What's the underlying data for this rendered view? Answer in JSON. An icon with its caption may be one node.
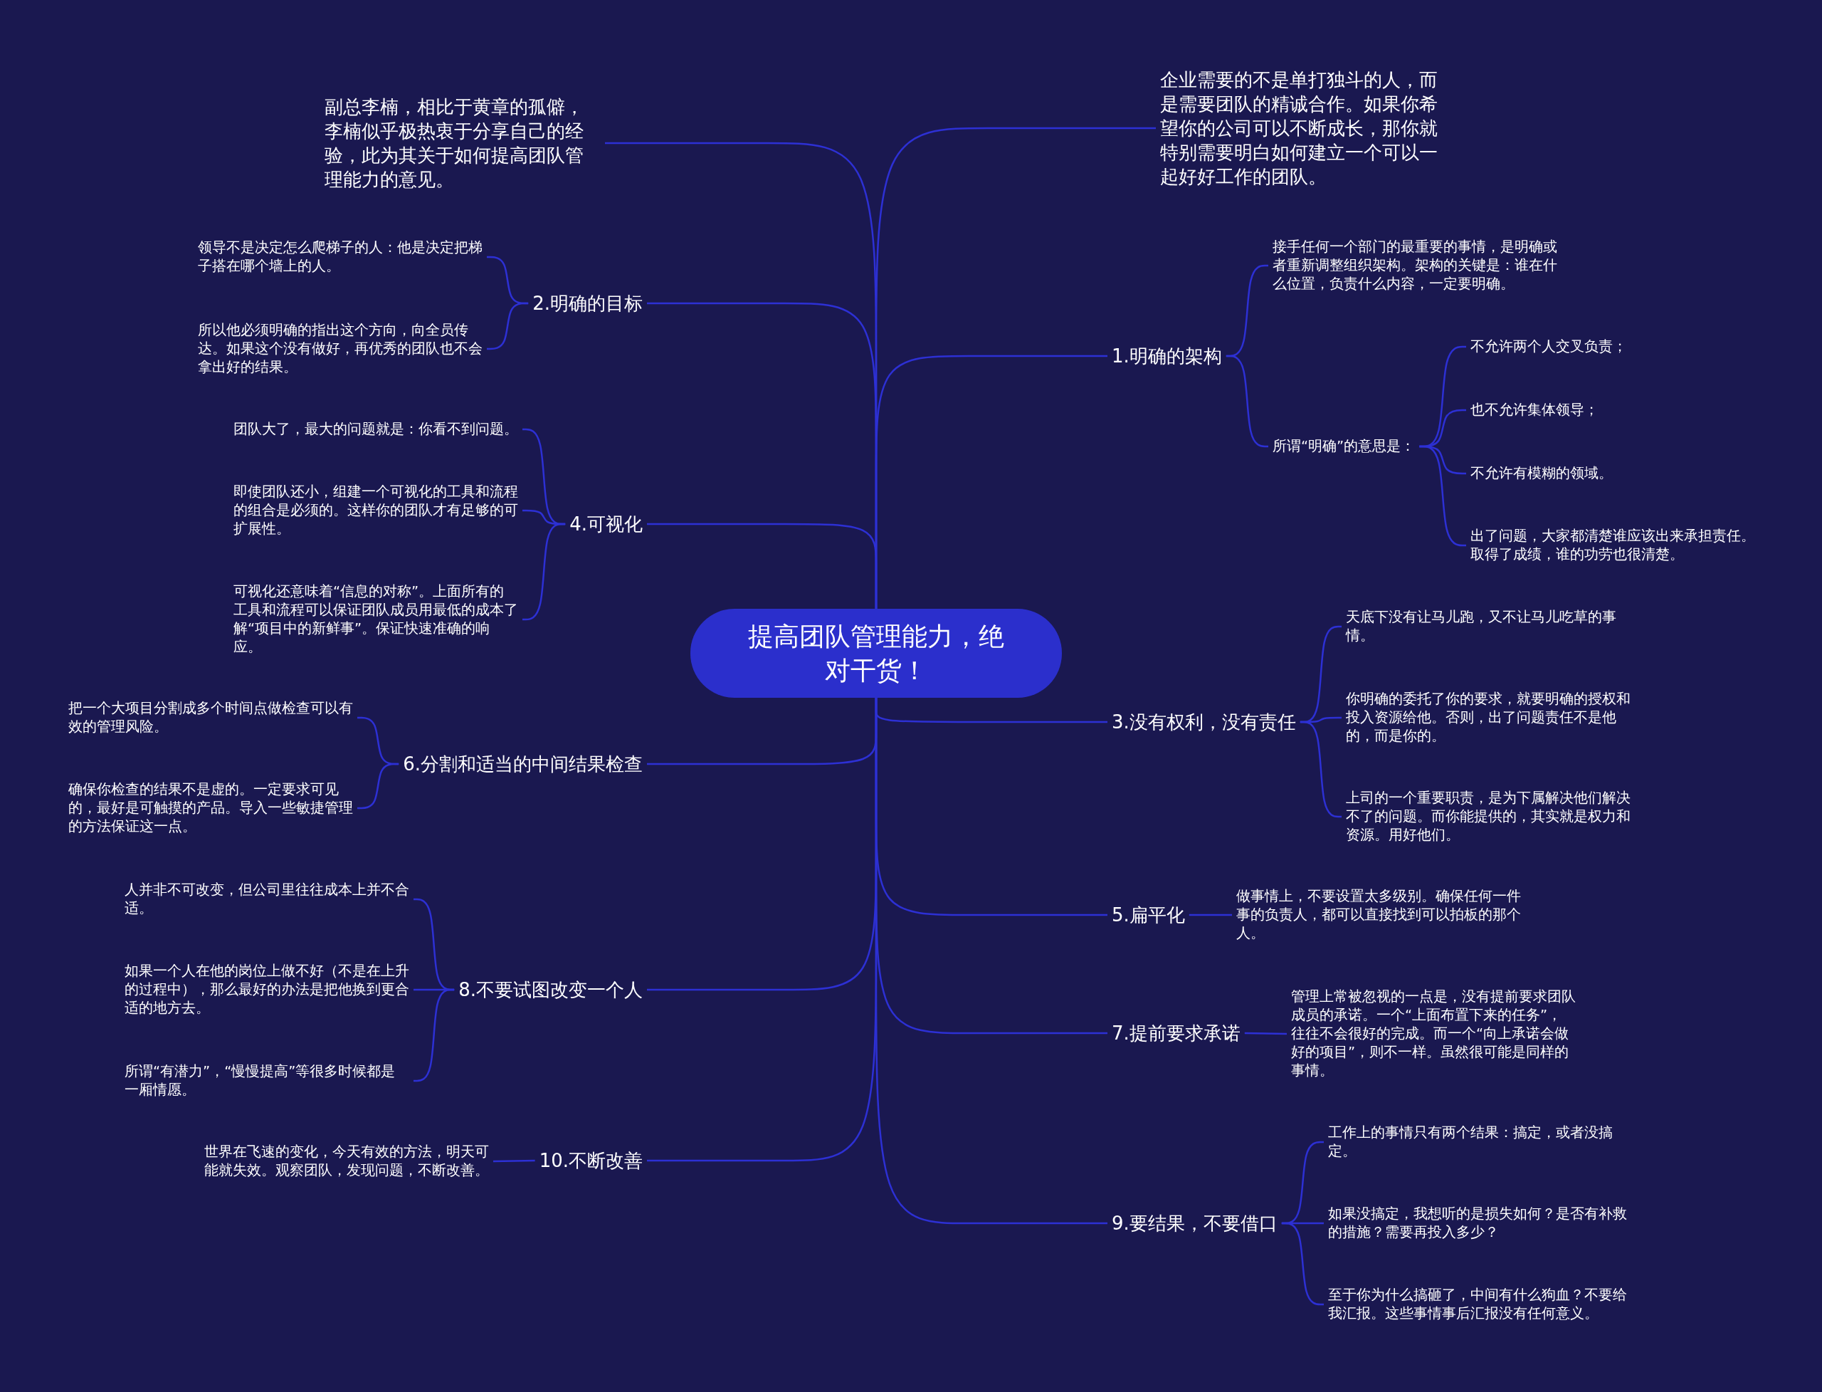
{
  "diagram": {
    "nodes": [
      {
        "text": [
          "提高团队管理能力，绝对干货！"
        ]
      },
      {
        "text": [
          "副总李楠，相比于黄章的孤僻，李楠似乎极热衷于分享自己的经验，此为其关于如何提高团队管理能力的意见。"
        ]
      },
      {
        "text": [
          "企业需要的不是单打独斗的人，而是需要团队的精诚合作。如果你希望你的公司可以不断成长，那你就特别需要明白如何建立一个可以一起好好工作的团队。"
        ]
      },
      {
        "text": [
          "1.明确的架构"
        ]
      },
      {
        "text": [
          "接手任何一个部门的最重要的事情，是明确或者重新调整组织架构。架构的关键是：谁在什么位置，负责什么内容，一定要明确。"
        ]
      },
      {
        "text": [
          "所谓“明确”的意思是："
        ]
      },
      {
        "text": [
          "不允许两个人交叉负责；"
        ]
      },
      {
        "text": [
          "也不允许集体领导；"
        ]
      },
      {
        "text": [
          "不允许有模糊的领域。"
        ]
      },
      {
        "text": [
          "出了问题，大家都清楚谁应该出来承担责任。取得了成绩，谁的功劳也很清楚。"
        ]
      },
      {
        "text": [
          "2.明确的目标"
        ]
      },
      {
        "text": [
          "领导不是决定怎么爬梯子的人：他是决定把梯子搭在哪个墙上的人。"
        ]
      },
      {
        "text": [
          "所以他必须明确的指出这个方向，向全员传达。如果这个没有做好，再优秀的团队也不会拿出好的结果。"
        ]
      },
      {
        "text": [
          "3.没有权利，没有责任"
        ]
      },
      {
        "text": [
          "天底下没有让马儿跑，又不让马儿吃草的事情。"
        ]
      },
      {
        "text": [
          "你明确的委托了你的要求，就要明确的授权和投入资源给他。否则，出了问题责任不是他的，而是你的。"
        ]
      },
      {
        "text": [
          "上司的一个重要职责，是为下属解决他们解决不了的问题。而你能提供的，其实就是权力和资源。用好他们。"
        ]
      },
      {
        "text": [
          "4.可视化"
        ]
      },
      {
        "text": [
          "团队大了，最大的问题就是：你看不到问题。"
        ]
      },
      {
        "text": [
          "即使团队还小，组建一个可视化的工具和流程的组合是必须的。这样你的团队才有足够的可扩展性。"
        ]
      },
      {
        "text": [
          "可视化还意味着“信息的对称”。上面所有的工具和流程可以保证团队成员用最低的成本了解“项目中的新鲜事”。保证快速准确的响应。"
        ]
      },
      {
        "text": [
          "5.扁平化"
        ]
      },
      {
        "text": [
          "做事情上，不要设置太多级别。确保任何一件事的负责人，都可以直接找到可以拍板的那个人。"
        ]
      },
      {
        "text": [
          "6.分割和适当的中间结果检查"
        ]
      },
      {
        "text": [
          "把一个大项目分割成多个时间点做检查可以有效的管理风险。"
        ]
      },
      {
        "text": [
          "确保你检查的结果不是虚的。一定要求可见的，最好是可触摸的产品。导入一些敏捷管理的方法保证这一点。"
        ]
      },
      {
        "text": [
          "7.提前要求承诺"
        ]
      },
      {
        "text": [
          "管理上常被忽视的一点是，没有提前要求团队成员的承诺。一个“上面布置下来的任务”，往往不会很好的完成。而一个“向上承诺会做好的项目”，则不一样。虽然很可能是同样的事情。"
        ]
      },
      {
        "text": [
          "8.不要试图改变一个人"
        ]
      },
      {
        "text": [
          "人并非不可改变，但公司里往往成本上并不合适。"
        ]
      },
      {
        "text": [
          "如果一个人在他的岗位上做不好（不是在上升的过程中），那么最好的办法是把他换到更合适的地方去。"
        ]
      },
      {
        "text": [
          "所谓“有潜力”，“慢慢提高”等很多时候都是一厢情愿。"
        ]
      },
      {
        "text": [
          "9.要结果，不要借口"
        ]
      },
      {
        "text": [
          "工作上的事情只有两个结果：搞定，或者没搞定。"
        ]
      },
      {
        "text": [
          "如果没搞定，我想听的是损失如何？是否有补救的措施？需要再投入多少？"
        ]
      },
      {
        "text": [
          "至于你为什么搞砸了，中间有什么狗血？不要给我汇报。这些事情事后汇报没有任何意义。"
        ]
      },
      {
        "text": [
          "10.不断改善"
        ]
      },
      {
        "text": [
          "世界在飞速的变化，今天有效的方法，明天可能就失效。观察团队，发现问题，不断改善。"
        ]
      }
    ],
    "edges": [
      {
        "from": 0,
        "to": 1,
        "arrow": "none"
      },
      {
        "from": 0,
        "to": 2,
        "arrow": "none"
      },
      {
        "from": 0,
        "to": 3,
        "arrow": "none"
      },
      {
        "from": 3,
        "to": 4,
        "arrow": "none"
      },
      {
        "from": 3,
        "to": 5,
        "arrow": "none"
      },
      {
        "from": 5,
        "to": 6,
        "arrow": "none"
      },
      {
        "from": 5,
        "to": 7,
        "arrow": "none"
      },
      {
        "from": 5,
        "to": 8,
        "arrow": "none"
      },
      {
        "from": 5,
        "to": 9,
        "arrow": "none"
      },
      {
        "from": 0,
        "to": 10,
        "arrow": "none"
      },
      {
        "from": 10,
        "to": 11,
        "arrow": "none"
      },
      {
        "from": 10,
        "to": 12,
        "arrow": "none"
      },
      {
        "from": 0,
        "to": 13,
        "arrow": "none"
      },
      {
        "from": 13,
        "to": 14,
        "arrow": "none"
      },
      {
        "from": 13,
        "to": 15,
        "arrow": "none"
      },
      {
        "from": 13,
        "to": 16,
        "arrow": "none"
      },
      {
        "from": 0,
        "to": 17,
        "arrow": "none"
      },
      {
        "from": 17,
        "to": 18,
        "arrow": "none"
      },
      {
        "from": 17,
        "to": 19,
        "arrow": "none"
      },
      {
        "from": 17,
        "to": 20,
        "arrow": "none"
      },
      {
        "from": 0,
        "to": 21,
        "arrow": "none"
      },
      {
        "from": 21,
        "to": 22,
        "arrow": "none"
      },
      {
        "from": 0,
        "to": 23,
        "arrow": "none"
      },
      {
        "from": 23,
        "to": 24,
        "arrow": "none"
      },
      {
        "from": 23,
        "to": 25,
        "arrow": "none"
      },
      {
        "from": 0,
        "to": 26,
        "arrow": "none"
      },
      {
        "from": 26,
        "to": 27,
        "arrow": "none"
      },
      {
        "from": 0,
        "to": 28,
        "arrow": "none"
      },
      {
        "from": 28,
        "to": 29,
        "arrow": "none"
      },
      {
        "from": 28,
        "to": 30,
        "arrow": "none"
      },
      {
        "from": 28,
        "to": 31,
        "arrow": "none"
      },
      {
        "from": 0,
        "to": 32,
        "arrow": "none"
      },
      {
        "from": 32,
        "to": 33,
        "arrow": "none"
      },
      {
        "from": 32,
        "to": 34,
        "arrow": "none"
      },
      {
        "from": 32,
        "to": 35,
        "arrow": "none"
      },
      {
        "from": 0,
        "to": 36,
        "arrow": "none"
      },
      {
        "from": 36,
        "to": 37,
        "arrow": "none"
      }
    ]
  }
}
